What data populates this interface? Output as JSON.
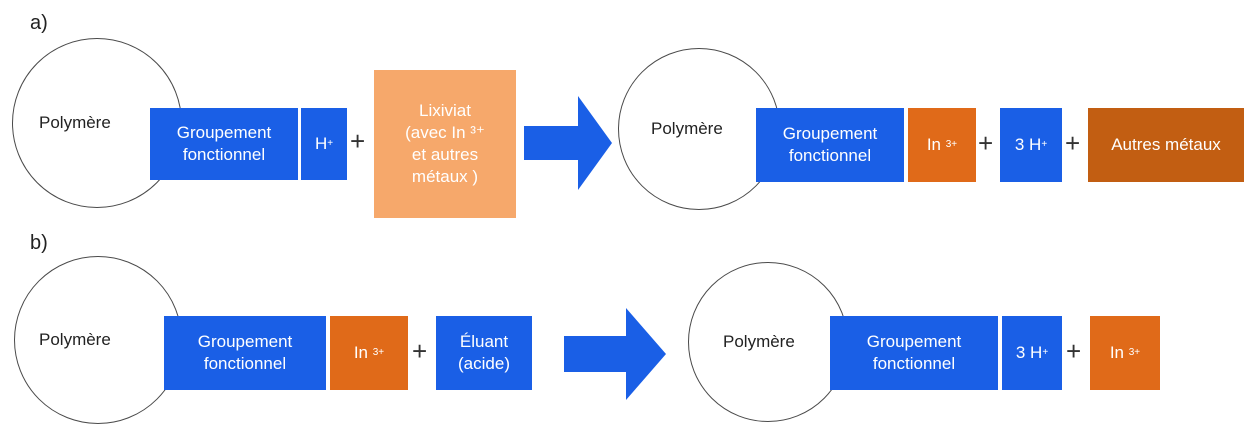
{
  "panels": {
    "a": {
      "label": "a)",
      "polymer": "Polymère",
      "group": "Groupement\nfonctionnel",
      "h_ion": "H",
      "h_charge": "+",
      "plus1": "+",
      "leachate": "Lixiviat\n(avec In ³⁺\net autres\nmétaux )",
      "product_polymer": "Polymère",
      "product_group": "Groupement\nfonctionnel",
      "in_ion": "In",
      "in_charge": "3+",
      "plus2": "+",
      "three_h": "3 H",
      "three_h_charge": "+",
      "plus3": "+",
      "other_metals": "Autres métaux"
    },
    "b": {
      "label": "b)",
      "polymer": "Polymère",
      "group": "Groupement\nfonctionnel",
      "in_ion": "In",
      "in_charge": "3+",
      "plus1": "+",
      "eluant": "Éluant\n(acide)",
      "product_polymer": "Polymère",
      "product_group": "Groupement\nfonctionnel",
      "three_h": "3 H",
      "three_h_charge": "+",
      "plus2": "+",
      "in_ion2": "In",
      "in_charge2": "3+"
    }
  },
  "colors": {
    "blue": "#1a5fe6",
    "orange": "#e06a19",
    "peach": "#f6a86b",
    "brown": "#c25e12"
  }
}
